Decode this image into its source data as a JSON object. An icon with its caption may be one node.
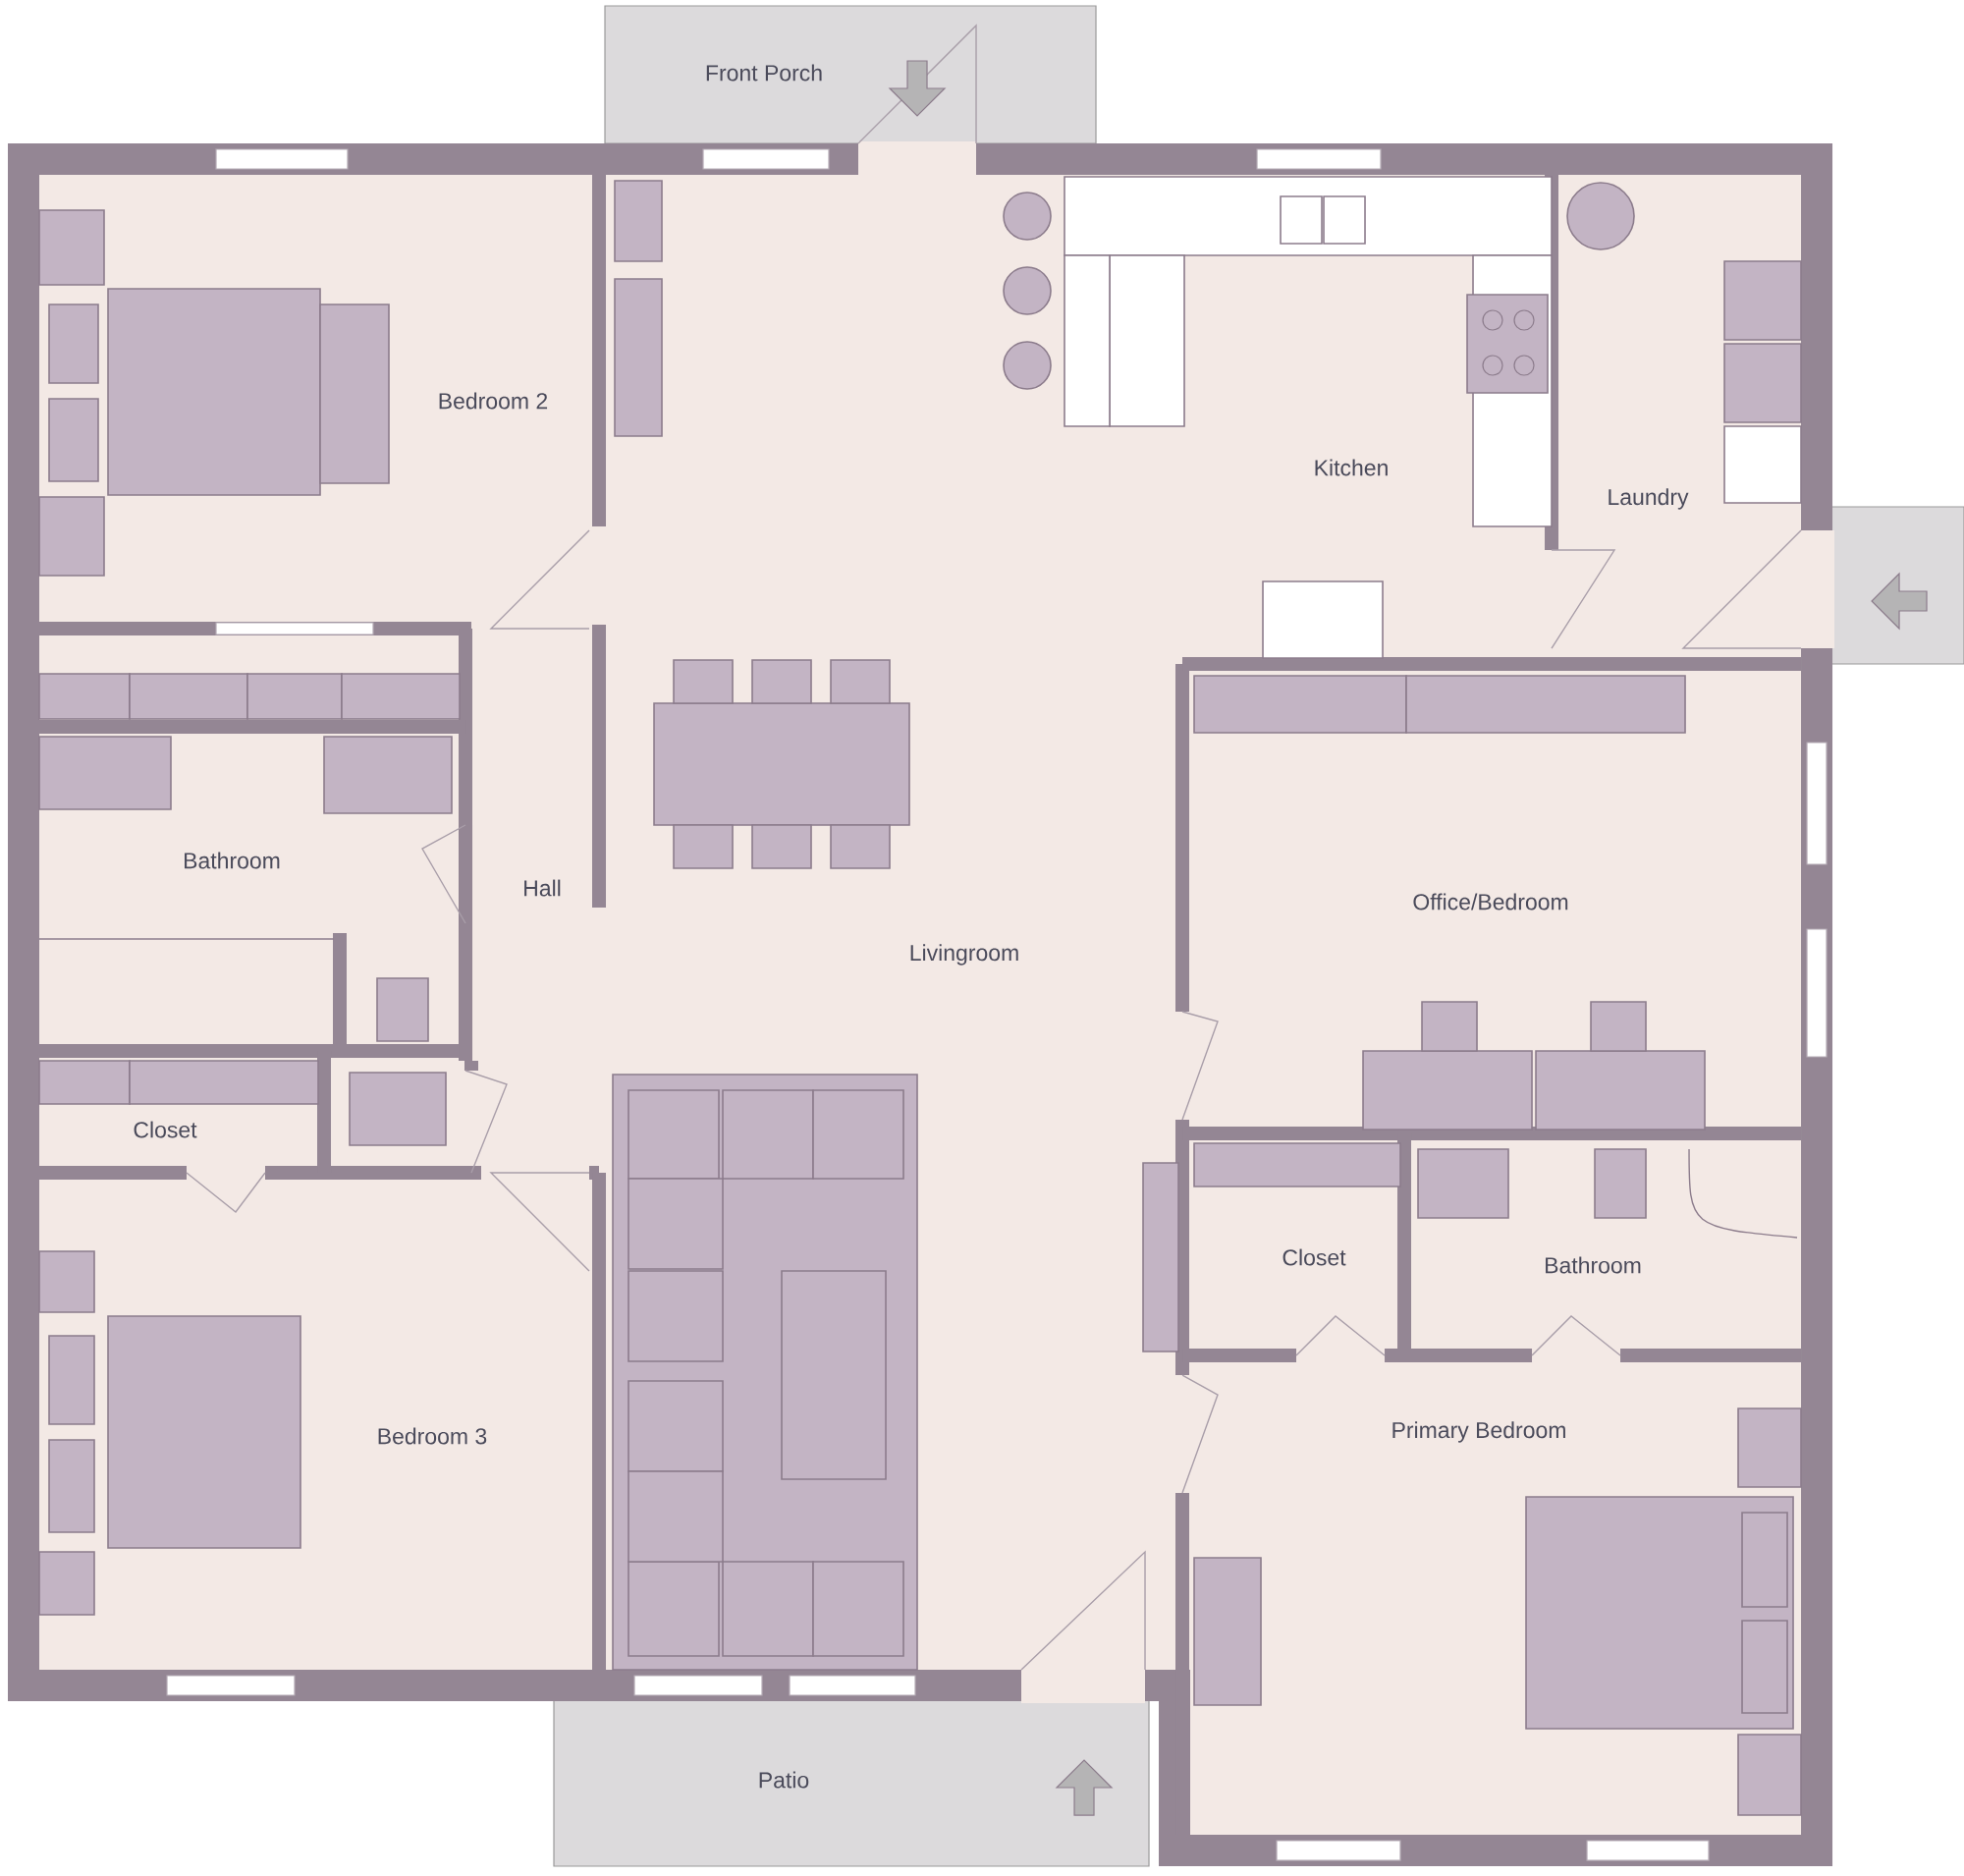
{
  "diagram": {
    "labels": [
      "Front Porch",
      "Bedroom 2",
      "Kitchen",
      "Laundry",
      "Bathroom",
      "Hall",
      "Livingroom",
      "Office/Bedroom",
      "Closet",
      "Closet",
      "Bathroom",
      "Bedroom 3",
      "Primary Bedroom",
      "Patio"
    ]
  }
}
